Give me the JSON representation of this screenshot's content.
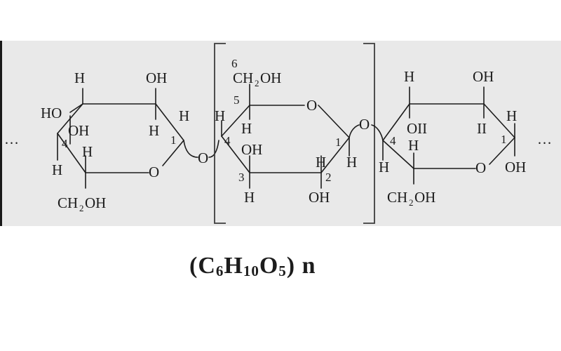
{
  "ellipsis_left": "…",
  "ellipsis_right": "…",
  "labels": {
    "H": "H",
    "OH": "OH",
    "HO": "HO",
    "O": "O",
    "OII": "OII",
    "II": "II",
    "CH": "CH",
    "two": "2",
    "one": "1",
    "three": "3",
    "four": "4",
    "five": "5",
    "six": "6"
  },
  "formula": {
    "open": "(C",
    "c_sub": "6",
    "h": "H",
    "h_sub": "10",
    "o": "O",
    "o_sub": "5",
    "close": ") n"
  }
}
